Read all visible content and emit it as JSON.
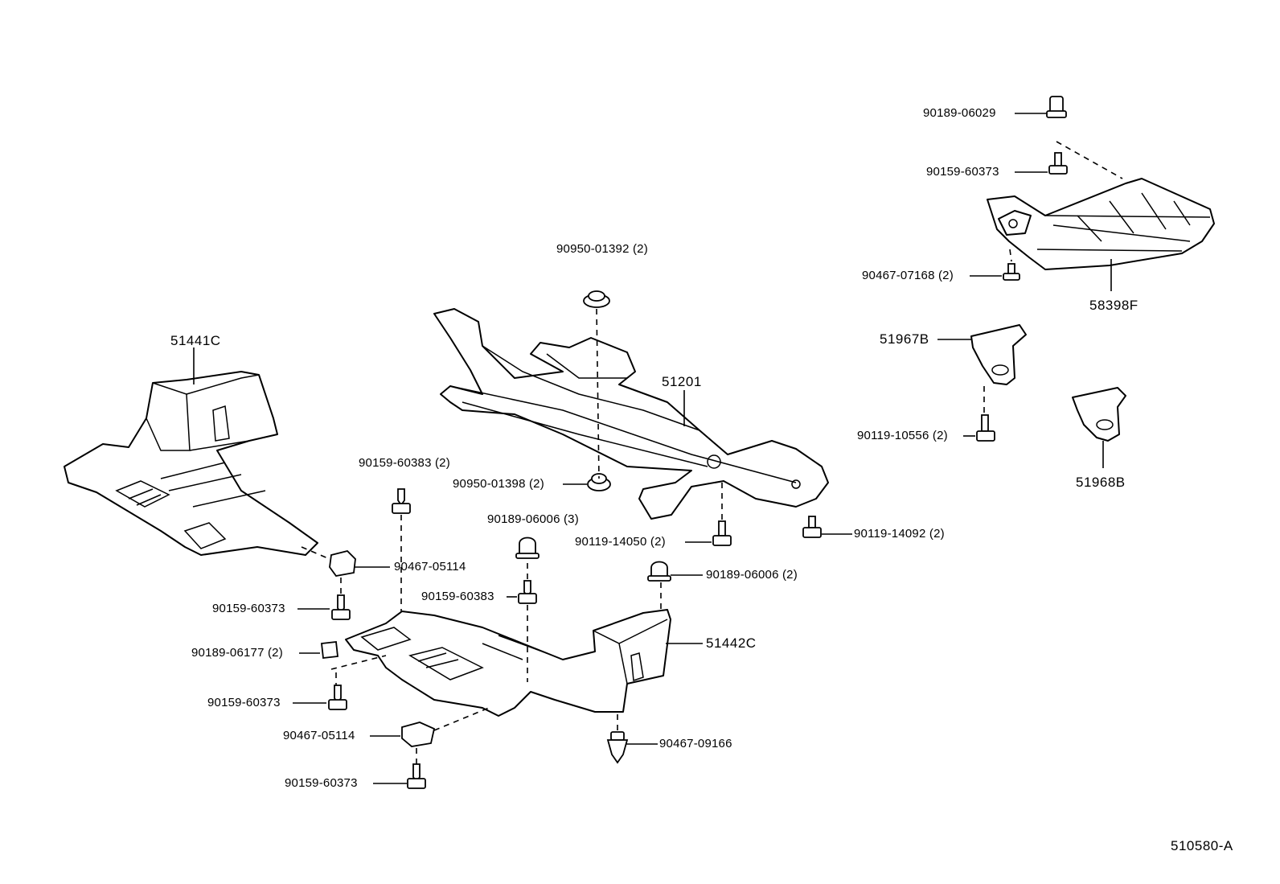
{
  "diagram_id": "510580-A",
  "parts": {
    "p_51441C": "51441C",
    "p_51442C": "51442C",
    "p_51201": "51201",
    "p_58398F": "58398F",
    "p_51967B": "51967B",
    "p_51968B": "51968B"
  },
  "fasteners": {
    "f_90189_06029": "90189-06029",
    "f_90159_60373_top": "90159-60373",
    "f_90467_07168": "90467-07168 (2)",
    "f_90950_01392": "90950-01392 (2)",
    "f_90950_01398": "90950-01398 (2)",
    "f_90119_10556": "90119-10556 (2)",
    "f_90159_60383_2": "90159-60383 (2)",
    "f_90189_06006_3": "90189-06006 (3)",
    "f_90119_14050": "90119-14050 (2)",
    "f_90119_14092": "90119-14092 (2)",
    "f_90467_05114_a": "90467-05114",
    "f_90159_60383": "90159-60383",
    "f_90189_06006_2": "90189-06006 (2)",
    "f_90159_60373_a": "90159-60373",
    "f_51442C_lbl": "51442C",
    "f_90189_06177": "90189-06177 (2)",
    "f_90159_60373_b": "90159-60373",
    "f_90467_05114_b": "90467-05114",
    "f_90467_09166": "90467-09166",
    "f_90159_60373_c": "90159-60373"
  }
}
